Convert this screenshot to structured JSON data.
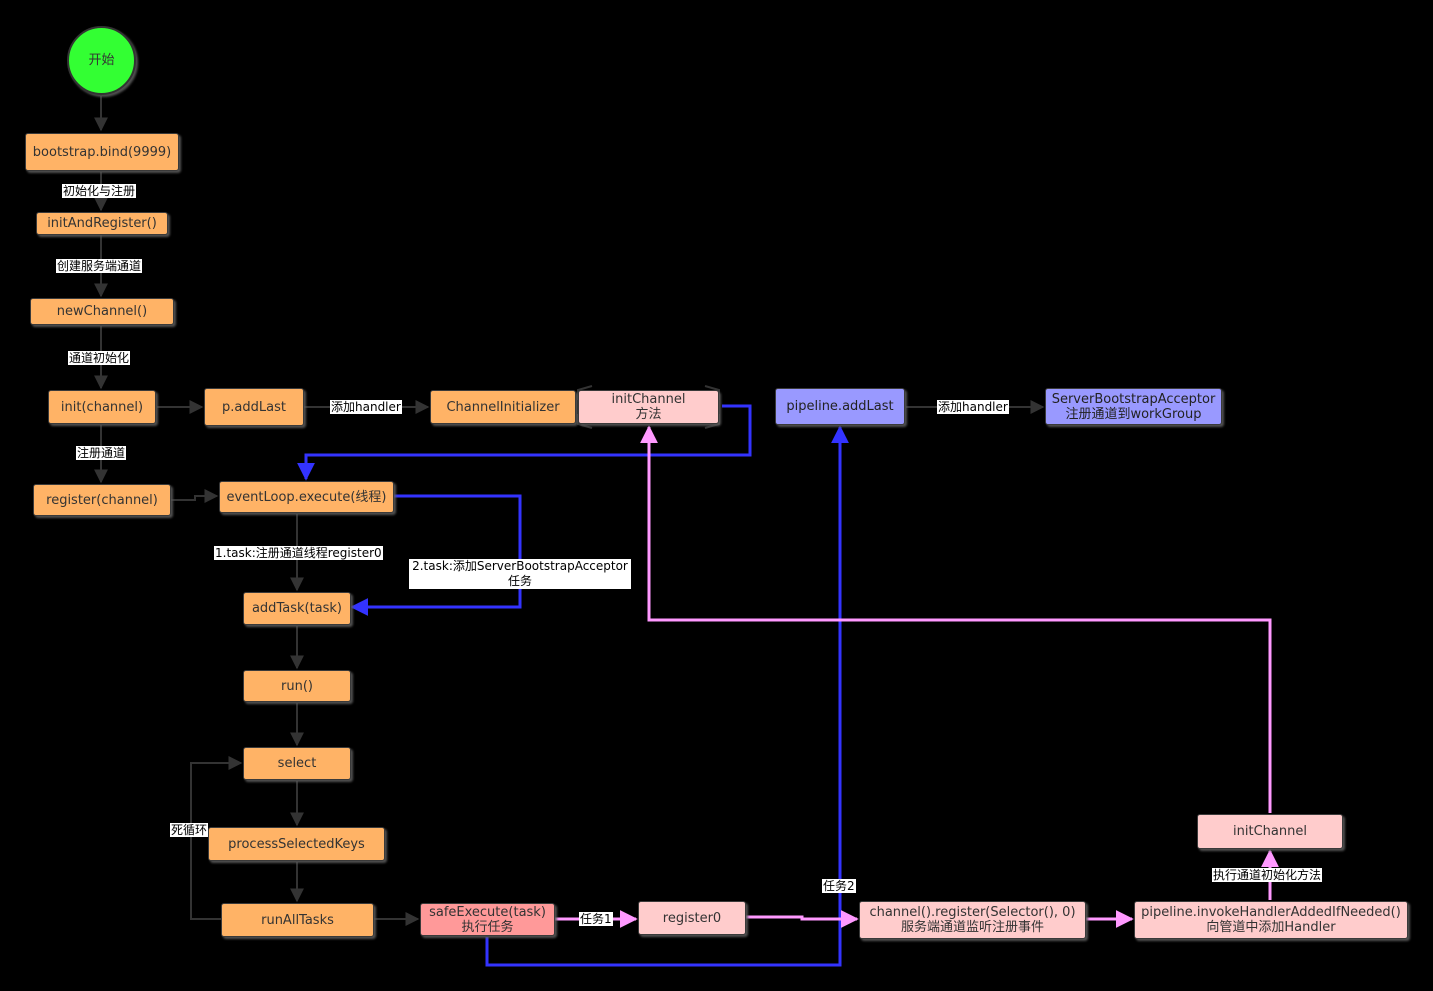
{
  "colors": {
    "background": "#000000",
    "start": "#33FF33",
    "process": "#FFB366",
    "light": "#FFCCCC",
    "execute": "#FF9999",
    "pipeline": "#9999FF",
    "blue_edge": "#3333FF",
    "pink_edge": "#FF99FF",
    "gray_edge": "#333333"
  },
  "nodes": {
    "start": "开始",
    "bind": "bootstrap.bind(9999)",
    "init_register": "initAndRegister()",
    "new_channel": "newChannel()",
    "init_channel_call": "init(channel)",
    "p_add_last": "p.addLast",
    "channel_initializer": "ChannelInitializer",
    "init_channel_method": {
      "line1": "initChannel",
      "line2": "方法"
    },
    "pipeline_add_last": "pipeline.addLast",
    "server_acceptor": {
      "line1": "ServerBootstrapAcceptor",
      "line2": "注册通道到workGroup"
    },
    "register_channel": "register(channel)",
    "event_loop_execute": "eventLoop.execute(线程)",
    "add_task": "addTask(task)",
    "run": "run()",
    "select": "select",
    "process_selected_keys": "processSelectedKeys",
    "run_all_tasks": "runAllTasks",
    "safe_execute": {
      "line1": "safeExecute(task)",
      "line2": "执行任务"
    },
    "register0": "register0",
    "channel_register": {
      "line1": "channel().register(Selector(), 0)",
      "line2": "服务端通道监听注册事件"
    },
    "invoke_handler": {
      "line1": "pipeline.invokeHandlerAddedIfNeeded()",
      "line2": "向管道中添加Handler"
    },
    "init_channel_bottom": "initChannel"
  },
  "edge_labels": {
    "init_and_register": "初始化与注册",
    "create_server_channel": "创建服务端通道",
    "channel_init": "通道初始化",
    "register_channel": "注册通道",
    "add_handler_1": "添加handler",
    "add_handler_2": "添加handler",
    "task1": "1.task:注册通道线程register0",
    "task2": {
      "line1": "2.task:添加ServerBootstrapAcceptor",
      "line2": "任务"
    },
    "dead_loop": "死循环",
    "job1": "任务1",
    "job2": "任务2",
    "exec_init_method": "执行通道初始化方法"
  }
}
